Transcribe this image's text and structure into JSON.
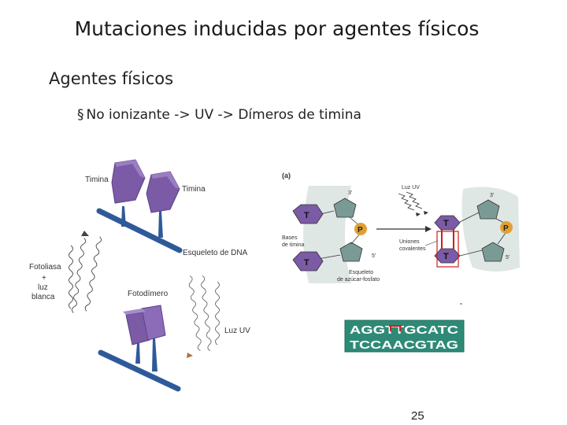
{
  "slide": {
    "title": "Mutaciones inducidas por agentes físicos",
    "heading": "Agentes físicos",
    "bullet_marker": "§",
    "bullet_text": "No ionizante -> UV -> Dímeros de timina",
    "page_number": "25"
  },
  "left_figure": {
    "label_timina_1": "Timina",
    "label_timina_2": "Timina",
    "label_skeleton": "Esqueleto de DNA",
    "label_fotoliasa_1": "Fotoliasa",
    "label_fotoliasa_2": "+",
    "label_fotoliasa_3": "luz",
    "label_fotoliasa_4": "blanca",
    "label_fotodimero": "Fotodímero",
    "label_luz_uv": "Luz UV"
  },
  "right_figure": {
    "panel_letter": "(a)",
    "label_luz_uv": "Luz UV",
    "label_bases_1": "Bases",
    "label_bases_2": "de timina",
    "label_uniones_1": "Uniones",
    "label_uniones_2": "covalentes",
    "label_esqueleto_1": "Esqueleto",
    "label_esqueleto_2": "de azúcar-fosfato",
    "base_T": "T",
    "phosphate_P": "P",
    "prime_3": "3'",
    "prime_5": "5'"
  },
  "sequence": {
    "line1": "AGGTTGCATC",
    "line2": "TCCAACGTAG"
  },
  "colors": {
    "backbone": "#2f5a9a",
    "purple": "#7b5aa6",
    "teal": "#7a9a95",
    "phosphate": "#e2a033",
    "dimer_red": "#cc1f1f",
    "sequence_bg": "#2e8a76"
  }
}
